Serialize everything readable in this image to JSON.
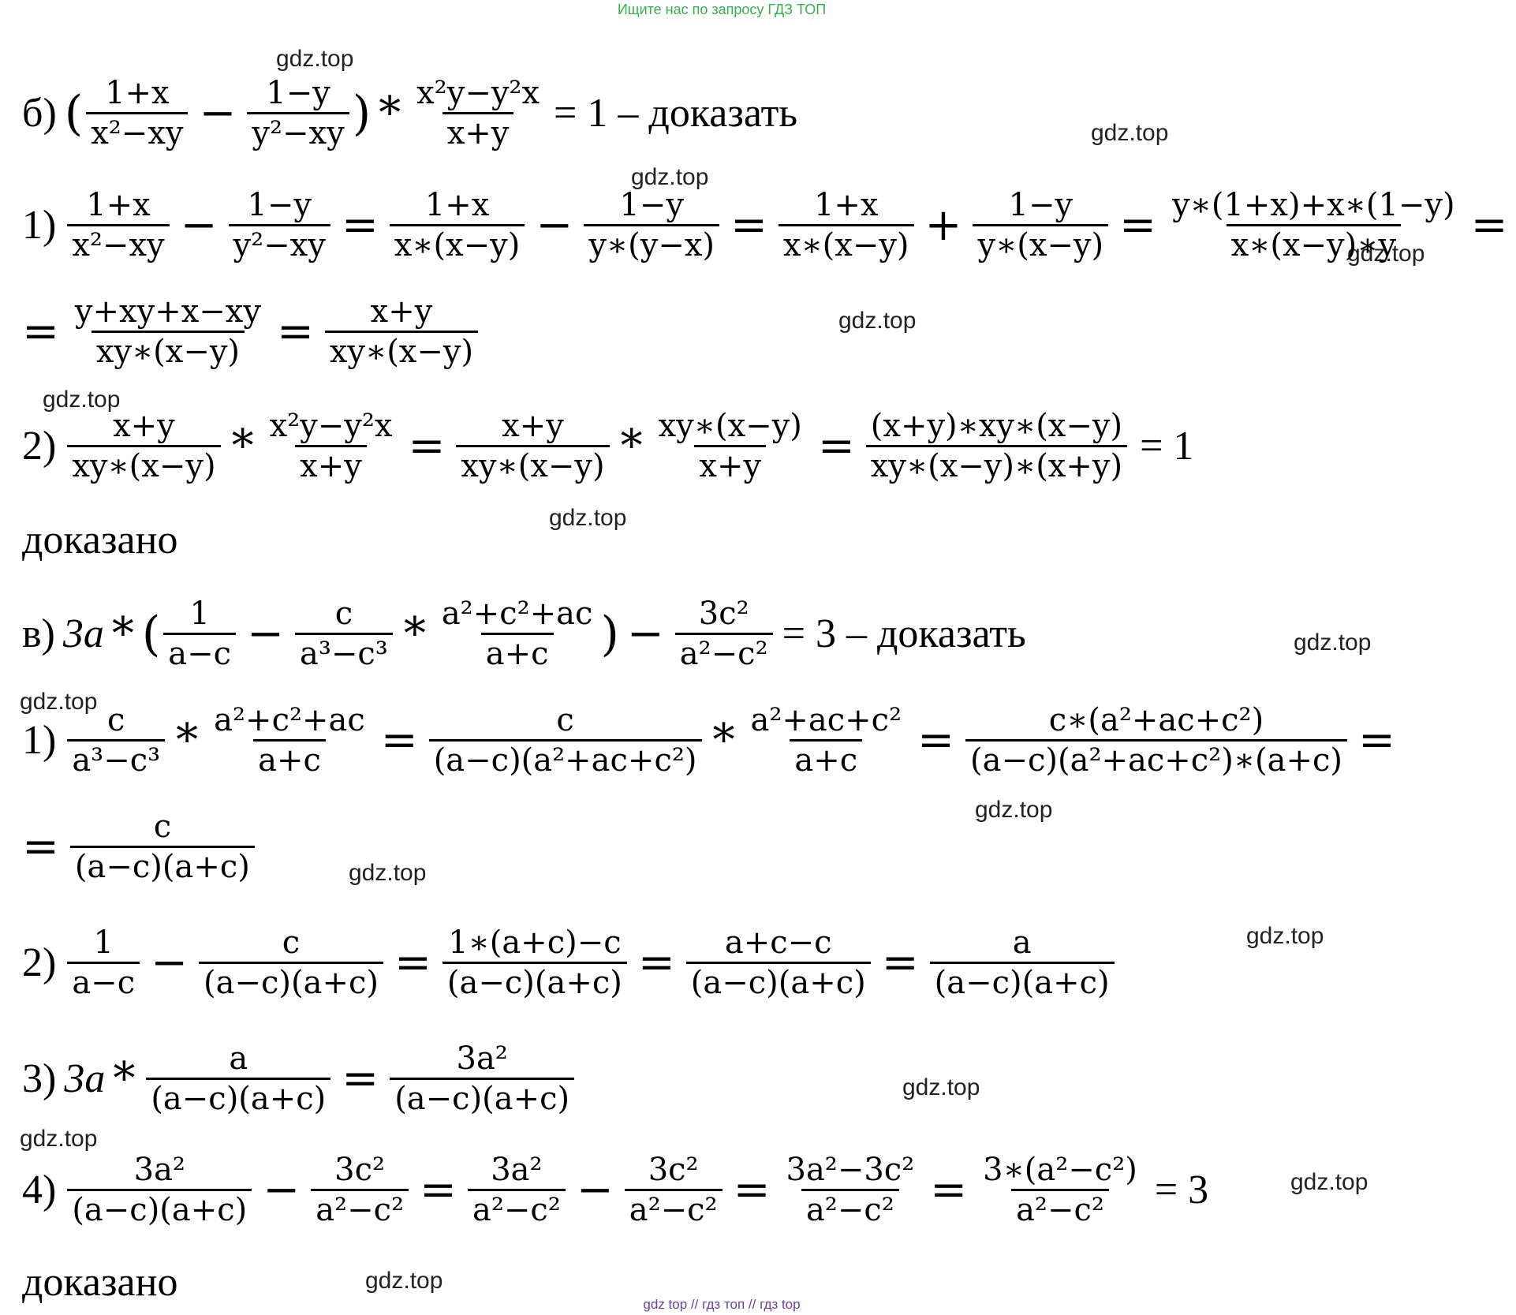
{
  "banner": "Ищите нас по запросу ГДЗ ТОП",
  "watermark": "gdz.top",
  "footer": "gdz top  //  гдз топ  //  гдз top",
  "b": {
    "prefix": "б)",
    "tail": "= 1 – доказать",
    "f1_num": "1+x",
    "f1_den": "x²−xy",
    "f2_num": "1−y",
    "f2_den": "y²−xy",
    "f3_num": "x²y−y²x",
    "f3_den": "x+y",
    "s1": {
      "label": "1)",
      "a_num": "1+x",
      "a_den": "x²−xy",
      "b_num": "1−y",
      "b_den": "y²−xy",
      "c_num": "1+x",
      "c_den": "x∗(x−y)",
      "d_num": "1−y",
      "d_den": "y∗(y−x)",
      "e_num": "1+x",
      "e_den": "x∗(x−y)",
      "f_num": "1−y",
      "f_den": "y∗(x−y)",
      "g_num": "y∗(1+x)+x∗(1−y)",
      "g_den": "x∗(x−y)∗y"
    },
    "s1b": {
      "a_num": "y+xy+x−xy",
      "a_den": "xy∗(x−y)",
      "b_num": "x+y",
      "b_den": "xy∗(x−y)"
    },
    "s2": {
      "label": "2)",
      "a_num": "x+y",
      "a_den": "xy∗(x−y)",
      "b_num": "x²y−y²x",
      "b_den": "x+y",
      "c_num": "x+y",
      "c_den": "xy∗(x−y)",
      "d_num": "xy∗(x−y)",
      "d_den": "x+y",
      "e_num": "(x+y)∗xy∗(x−y)",
      "e_den": "xy∗(x−y)∗(x+y)",
      "result": "= 1"
    },
    "proved": "доказано"
  },
  "v": {
    "prefix": "в)",
    "coef": "3a",
    "tail": "= 3 – доказать",
    "f1_num": "1",
    "f1_den": "a−c",
    "f2_num": "c",
    "f2_den": "a³−c³",
    "f3_num": "a²+c²+ac",
    "f3_den": "a+c",
    "f4_num": "3c²",
    "f4_den": "a²−c²",
    "s1": {
      "label": "1)",
      "a_num": "c",
      "a_den": "a³−c³",
      "b_num": "a²+c²+ac",
      "b_den": "a+c",
      "c_num": "c",
      "c_den": "(a−c)(a²+ac+c²)",
      "d_num": "a²+ac+c²",
      "d_den": "a+c",
      "e_num": "c∗(a²+ac+c²)",
      "e_den": "(a−c)(a²+ac+c²)∗(a+c)"
    },
    "s1b": {
      "a_num": "c",
      "a_den": "(a−c)(a+c)"
    },
    "s2": {
      "label": "2)",
      "a_num": "1",
      "a_den": "a−c",
      "b_num": "c",
      "b_den": "(a−c)(a+c)",
      "c_num": "1∗(a+c)−c",
      "c_den": "(a−c)(a+c)",
      "d_num": "a+c−c",
      "d_den": "(a−c)(a+c)",
      "e_num": "a",
      "e_den": "(a−c)(a+c)"
    },
    "s3": {
      "label": "3)",
      "coef": "3a",
      "a_num": "a",
      "a_den": "(a−c)(a+c)",
      "b_num": "3a²",
      "b_den": "(a−c)(a+c)"
    },
    "s4": {
      "label": "4)",
      "a_num": "3a²",
      "a_den": "(a−c)(a+c)",
      "b_num": "3c²",
      "b_den": "a²−c²",
      "c_num": "3a²",
      "c_den": "a²−c²",
      "d_num": "3c²",
      "d_den": "a²−c²",
      "e_num": "3a²−3c²",
      "e_den": "a²−c²",
      "f_num": "3∗(a²−c²)",
      "f_den": "a²−c²",
      "result": "= 3"
    },
    "proved": "доказано"
  }
}
